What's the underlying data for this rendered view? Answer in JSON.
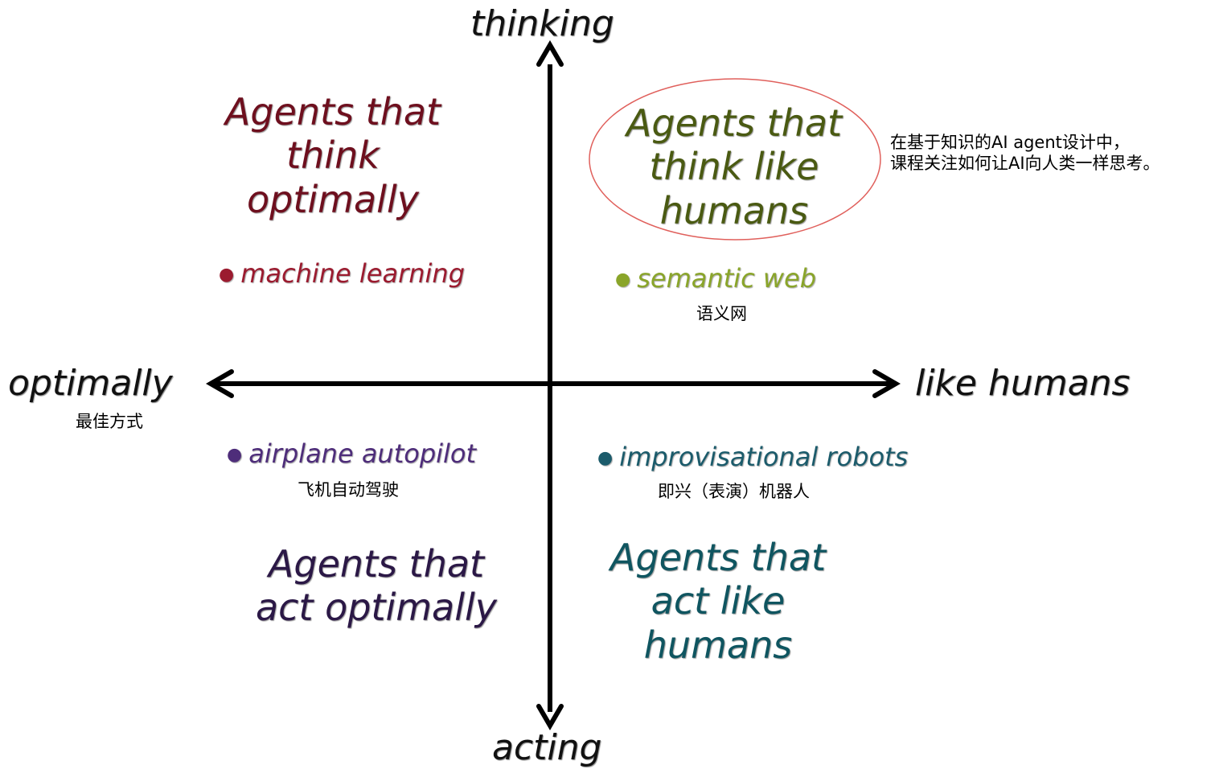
{
  "axes": {
    "top": "thinking",
    "bottom": "acting",
    "left": "optimally",
    "right": "like humans"
  },
  "quadrants": {
    "top_left": {
      "lines": [
        "Agents that",
        "think",
        "optimally"
      ],
      "color": "#6e0f1e",
      "example": "machine learning",
      "example_color": "#9b1b2f"
    },
    "top_right": {
      "lines": [
        "Agents that",
        "think like",
        "humans"
      ],
      "color": "#4a5a12",
      "example": "semantic web",
      "example_color": "#8aa52a",
      "example_cn": "语义网",
      "highlight_color": "#e0605c"
    },
    "bottom_left": {
      "lines": [
        "Agents that",
        "act optimally"
      ],
      "color": "#2b1846",
      "example": "airplane autopilot",
      "example_color": "#4e2d7a",
      "example_cn": "飞机自动驾驶"
    },
    "bottom_right": {
      "lines": [
        "Agents that",
        "act like",
        "humans"
      ],
      "color": "#0f5560",
      "example": "improvisational robots",
      "example_color": "#1b5b6b",
      "example_cn": "即兴（表演）机器人"
    }
  },
  "annotations": {
    "left_axis_cn": "最佳方式",
    "note_line1": "在基于知识的AI agent设计中，",
    "note_line2": "课程关注如何让AI向人类一样思考。"
  },
  "colors": {
    "axis": "#000000"
  }
}
